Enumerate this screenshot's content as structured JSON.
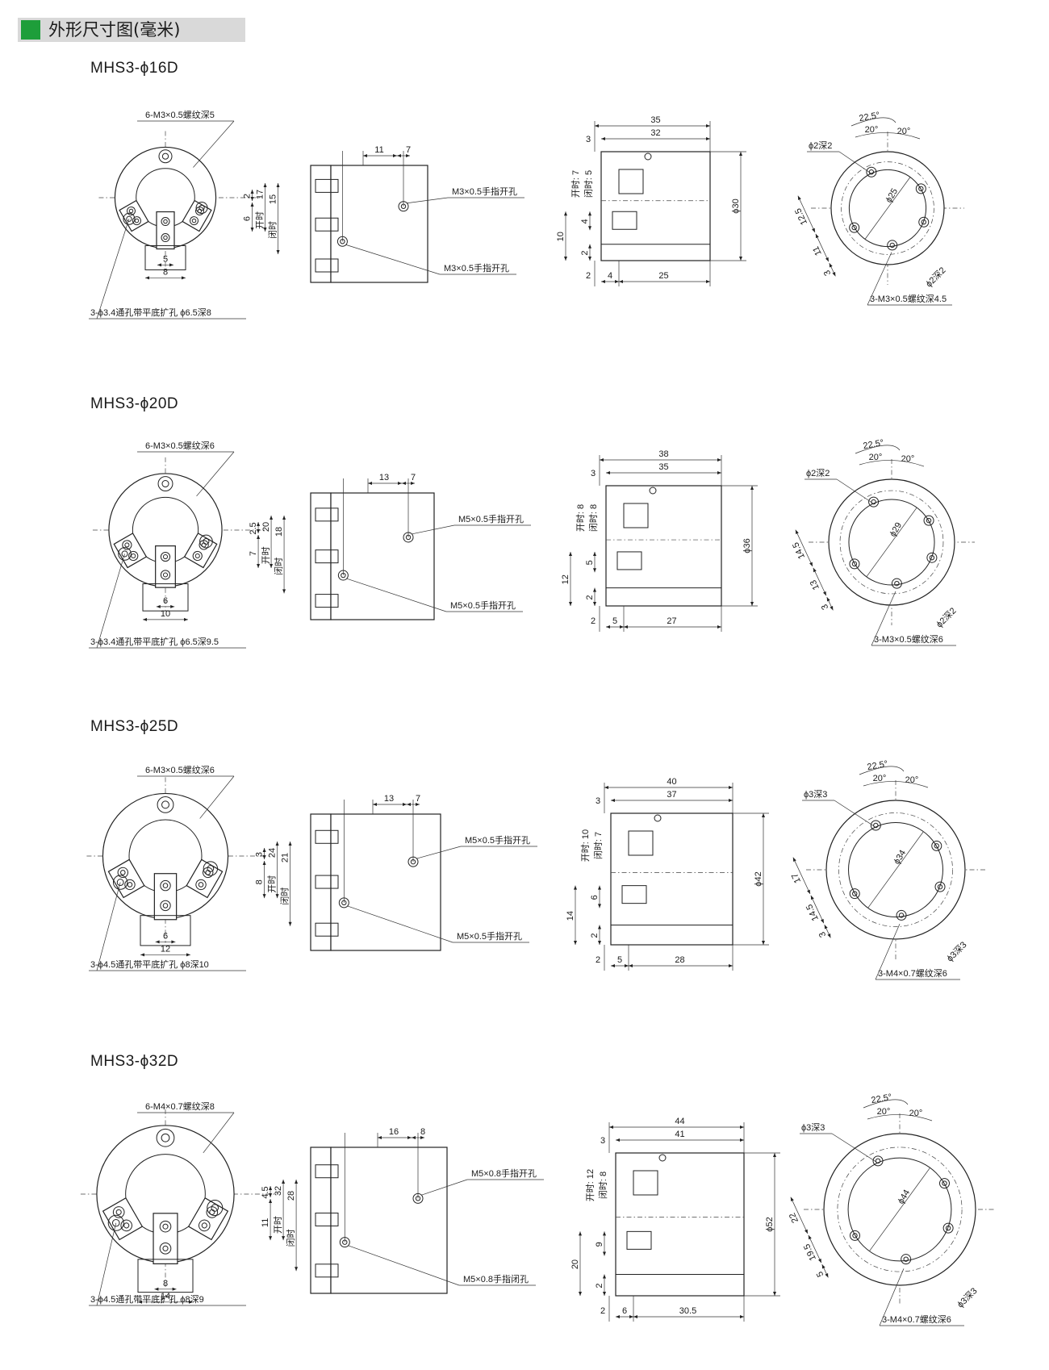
{
  "header": {
    "title": "外形尺寸图(毫米)",
    "accent_color": "#1e9e3a",
    "bar_color": "#d9d9d9"
  },
  "models": [
    {
      "title": "MHS3-ϕ16D",
      "front": {
        "thread": "6-M3×0.5螺纹深5",
        "hole": "3-ϕ3.4通孔带平底扩孔 ϕ6.5深8",
        "d1": "2",
        "d2": "6",
        "d3": "17",
        "d4": "15",
        "open": "开时",
        "closed": "闭时",
        "w_inner": "5",
        "w_outer": "8"
      },
      "side": {
        "d_a": "11",
        "d_b": "7",
        "port_open": "M3×0.5手指开孔",
        "port_close": "M3×0.5手指开孔"
      },
      "profile": {
        "l_total": "35",
        "l_body": "32",
        "l_off": "3",
        "open_label": "开时: 7",
        "closed_label": "闭时: 5",
        "dia": "ϕ30",
        "h_a": "10",
        "h_b": "4",
        "h_c": "2",
        "b_a": "2",
        "b_b": "4",
        "b_c": "25"
      },
      "bottom": {
        "angle_a": "22.5°",
        "angle_b": "20°",
        "angle_c": "20°",
        "pin_top": "ϕ2深2",
        "pcd": "ϕ25",
        "l_a": "12.5",
        "l_b": "11",
        "l_c": "3",
        "pin_bottom": "ϕ2深2",
        "thread": "3-M3×0.5螺纹深4.5"
      }
    },
    {
      "title": "MHS3-ϕ20D",
      "front": {
        "thread": "6-M3×0.5螺纹深6",
        "hole": "3-ϕ3.4通孔带平底扩孔 ϕ6.5深9.5",
        "d1": "2.5",
        "d2": "7",
        "d3": "20",
        "d4": "18",
        "open": "开时",
        "closed": "闭时",
        "w_inner": "6",
        "w_outer": "10"
      },
      "side": {
        "d_a": "13",
        "d_b": "7",
        "port_open": "M5×0.5手指开孔",
        "port_close": "M5×0.5手指开孔"
      },
      "profile": {
        "l_total": "38",
        "l_body": "35",
        "l_off": "3",
        "open_label": "开时: 8",
        "closed_label": "闭时: 8",
        "dia": "ϕ36",
        "h_a": "12",
        "h_b": "5",
        "h_c": "2",
        "b_a": "2",
        "b_b": "5",
        "b_c": "27"
      },
      "bottom": {
        "angle_a": "22.5°",
        "angle_b": "20°",
        "angle_c": "20°",
        "pin_top": "ϕ2深2",
        "pcd": "ϕ29",
        "l_a": "14.5",
        "l_b": "13",
        "l_c": "3",
        "pin_bottom": "ϕ2深2",
        "thread": "3-M3×0.5螺纹深6"
      }
    },
    {
      "title": "MHS3-ϕ25D",
      "front": {
        "thread": "6-M3×0.5螺纹深6",
        "hole": "3-ϕ4.5通孔带平底扩孔 ϕ8深10",
        "d1": "3",
        "d2": "8",
        "d3": "24",
        "d4": "21",
        "open": "开时",
        "closed": "闭时",
        "w_inner": "6",
        "w_outer": "12"
      },
      "side": {
        "d_a": "13",
        "d_b": "7",
        "port_open": "M5×0.5手指开孔",
        "port_close": "M5×0.5手指开孔"
      },
      "profile": {
        "l_total": "40",
        "l_body": "37",
        "l_off": "3",
        "open_label": "开时: 10",
        "closed_label": "闭时: 7",
        "dia": "ϕ42",
        "h_a": "14",
        "h_b": "6",
        "h_c": "2",
        "b_a": "2",
        "b_b": "5",
        "b_c": "28"
      },
      "bottom": {
        "angle_a": "22.5°",
        "angle_b": "20°",
        "angle_c": "20°",
        "pin_top": "ϕ3深3",
        "pcd": "ϕ34",
        "l_a": "17",
        "l_b": "14.5",
        "l_c": "3",
        "pin_bottom": "ϕ3深3",
        "thread": "3-M4×0.7螺纹深6"
      }
    },
    {
      "title": "MHS3-ϕ32D",
      "front": {
        "thread": "6-M4×0.7螺纹深8",
        "hole": "3-ϕ4.5通孔带平底扩孔 ϕ8深9",
        "d1": "4.5",
        "d2": "11",
        "d3": "32",
        "d4": "28",
        "open": "开时",
        "closed": "闭时",
        "w_inner": "8",
        "w_outer": "14"
      },
      "side": {
        "d_a": "16",
        "d_b": "8",
        "port_open": "M5×0.8手指开孔",
        "port_close": "M5×0.8手指闭孔"
      },
      "profile": {
        "l_total": "44",
        "l_body": "41",
        "l_off": "3",
        "open_label": "开时: 12",
        "closed_label": "闭时: 8",
        "dia": "ϕ52",
        "h_a": "20",
        "h_b": "9",
        "h_c": "2",
        "b_a": "2",
        "b_b": "6",
        "b_c": "30.5"
      },
      "bottom": {
        "angle_a": "22.5°",
        "angle_b": "20°",
        "angle_c": "20°",
        "pin_top": "ϕ3深3",
        "pcd": "ϕ44",
        "l_a": "22",
        "l_b": "19.5",
        "l_c": "5",
        "pin_bottom": "ϕ3深3",
        "thread": "3-M4×0.7螺纹深6"
      }
    }
  ]
}
